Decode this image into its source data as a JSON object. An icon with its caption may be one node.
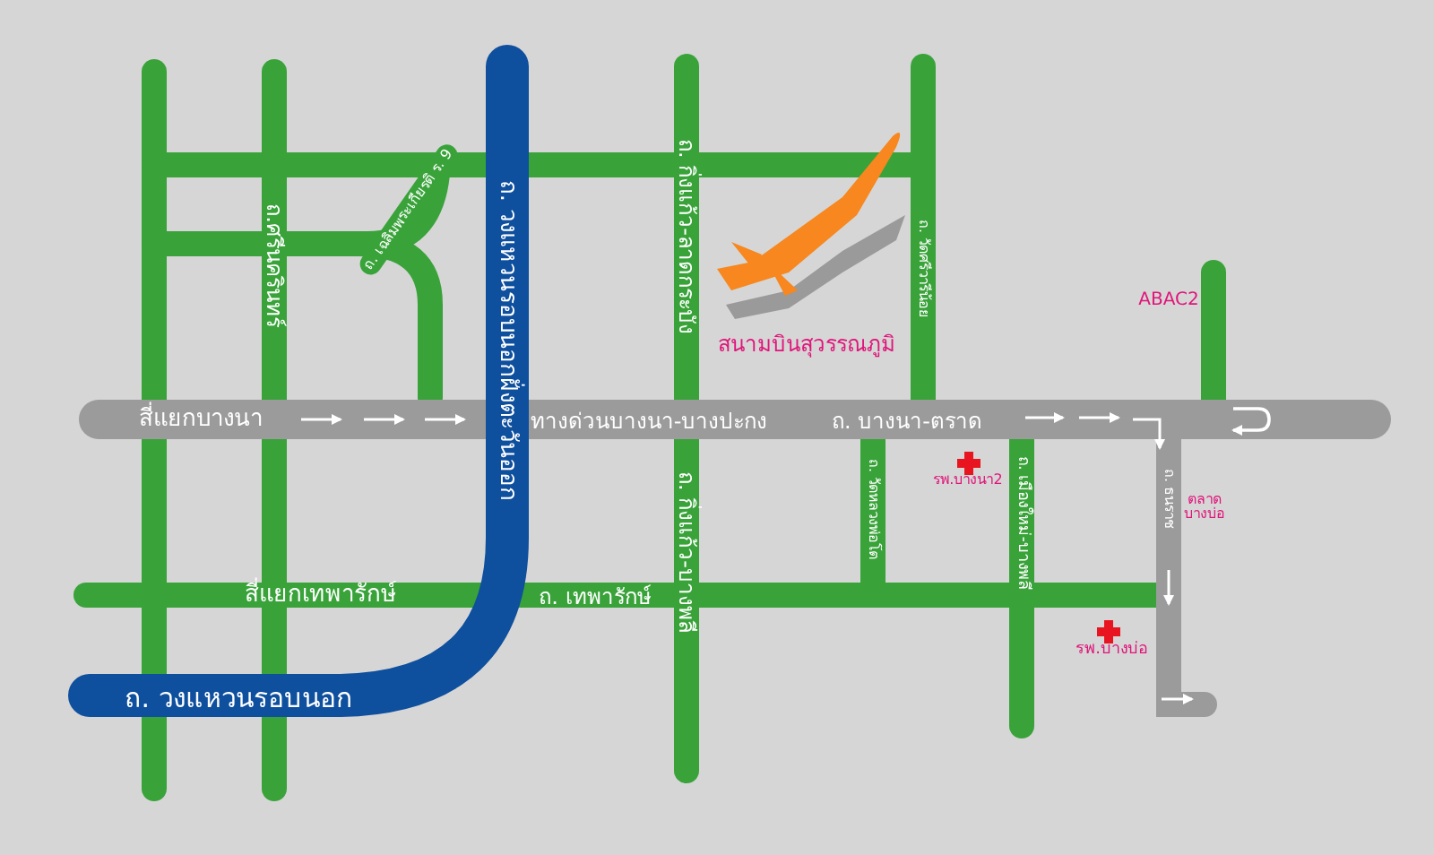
{
  "diagram": {
    "labels": [
      "ถ. วงแหวนรอบนอกฝั่งตะวันออก",
      "ถ. กิ่งแก้ว-ลาดกระบัง",
      "ถ.ศรีนครินทร์",
      "ถ. เฉลิมพระเกียรติ ร. 9",
      "ถ. วัดศรีวารีน้อย",
      "ABAC2",
      "สนามบินสุวรรณภูมิ",
      "สี่แยกบางนา",
      "ทางด่วนบางนา-บางปะกง",
      "ถ. บางนา-ตราด",
      "ถ. กิ่งแก้ว-บางพลี",
      "ถ. วัดหลวงพ่อโต",
      "รพ.บางนา2",
      "ถ. เมืองใหม่-บางพลี",
      "ถ. ธนราช",
      "ตลาด บางบ่อ",
      "สี่แยกเทพารักษ์",
      "ถ. เทพารักษ์",
      "รพ.บางบ่อ",
      "ถ. วงแหวนรอบนอก"
    ]
  }
}
